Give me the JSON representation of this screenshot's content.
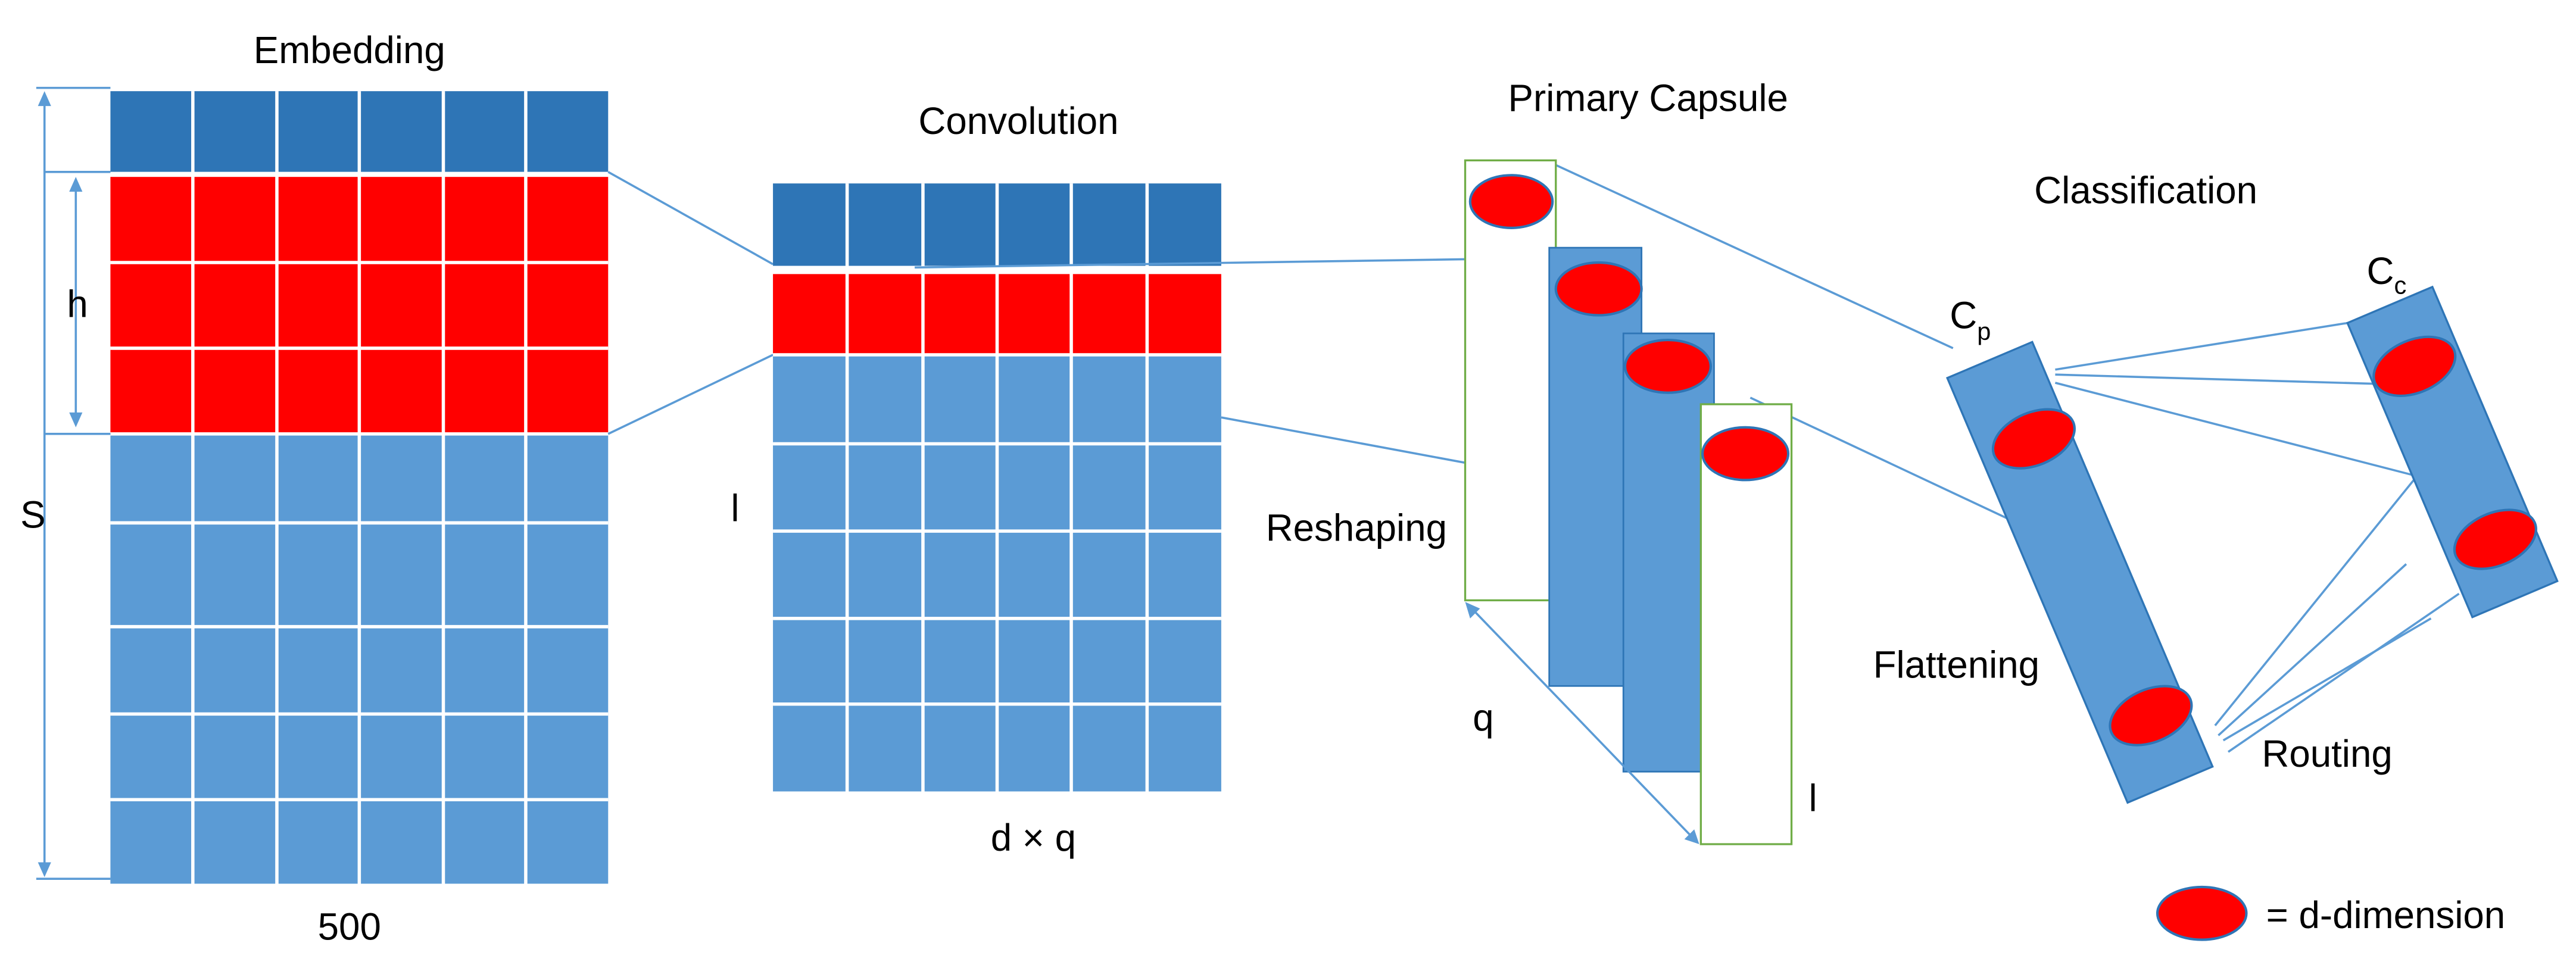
{
  "labels": {
    "embedding": "Embedding",
    "convolution": "Convolution",
    "primary_capsule": "Primary Capsule",
    "classification": "Classification",
    "h": "h",
    "s": "S",
    "l_conv": "l",
    "five_hundred": "500",
    "d_times_q": "d × q",
    "reshaping": "Reshaping",
    "q": "q",
    "l_capsule": "l",
    "c_p_base": "C",
    "c_p_sub": "p",
    "c_c_base": "C",
    "c_c_sub": "c",
    "flattening": "Flattening",
    "routing": "Routing",
    "legend_text": "= d-dimension"
  },
  "colors": {
    "dark_blue": "#2E75B6",
    "light_blue": "#5B9BD5",
    "red": "#FF0000",
    "connector": "#5B9BD5",
    "capsule_outline": "#70AD47"
  }
}
